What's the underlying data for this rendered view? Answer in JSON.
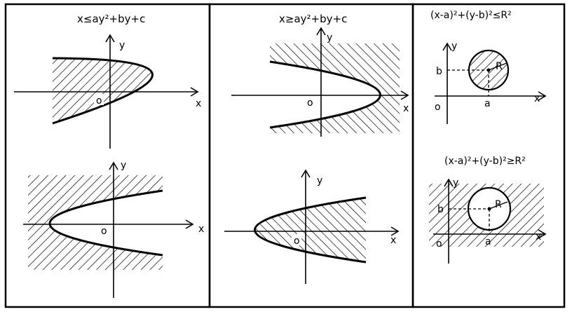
{
  "panels": [
    {
      "title": "x≤ay²+by+c",
      "graphs": [
        {
          "x_label": "x",
          "y_label": "y",
          "origin_label": "o"
        },
        {
          "x_label": "x",
          "y_label": "y",
          "origin_label": "o"
        }
      ]
    },
    {
      "title": "x≥ay²+by+c",
      "graphs": [
        {
          "x_label": "x",
          "y_label": "y",
          "origin_label": "o"
        },
        {
          "x_label": "x",
          "y_label": "y",
          "origin_label": "o"
        }
      ]
    },
    {
      "graphs": [
        {
          "title": "(x-a)²+(y-b)²≤R²",
          "x_label": "x",
          "y_label": "y",
          "origin_label": "o",
          "a_label": "a",
          "b_label": "b",
          "r_label": "R"
        },
        {
          "title": "(x-a)²+(y-b)²≥R²",
          "x_label": "x",
          "y_label": "y",
          "origin_label": "o",
          "a_label": "a",
          "b_label": "b",
          "r_label": "R"
        }
      ]
    }
  ],
  "colors": {
    "ink": "#000000",
    "background": "#ffffff"
  }
}
